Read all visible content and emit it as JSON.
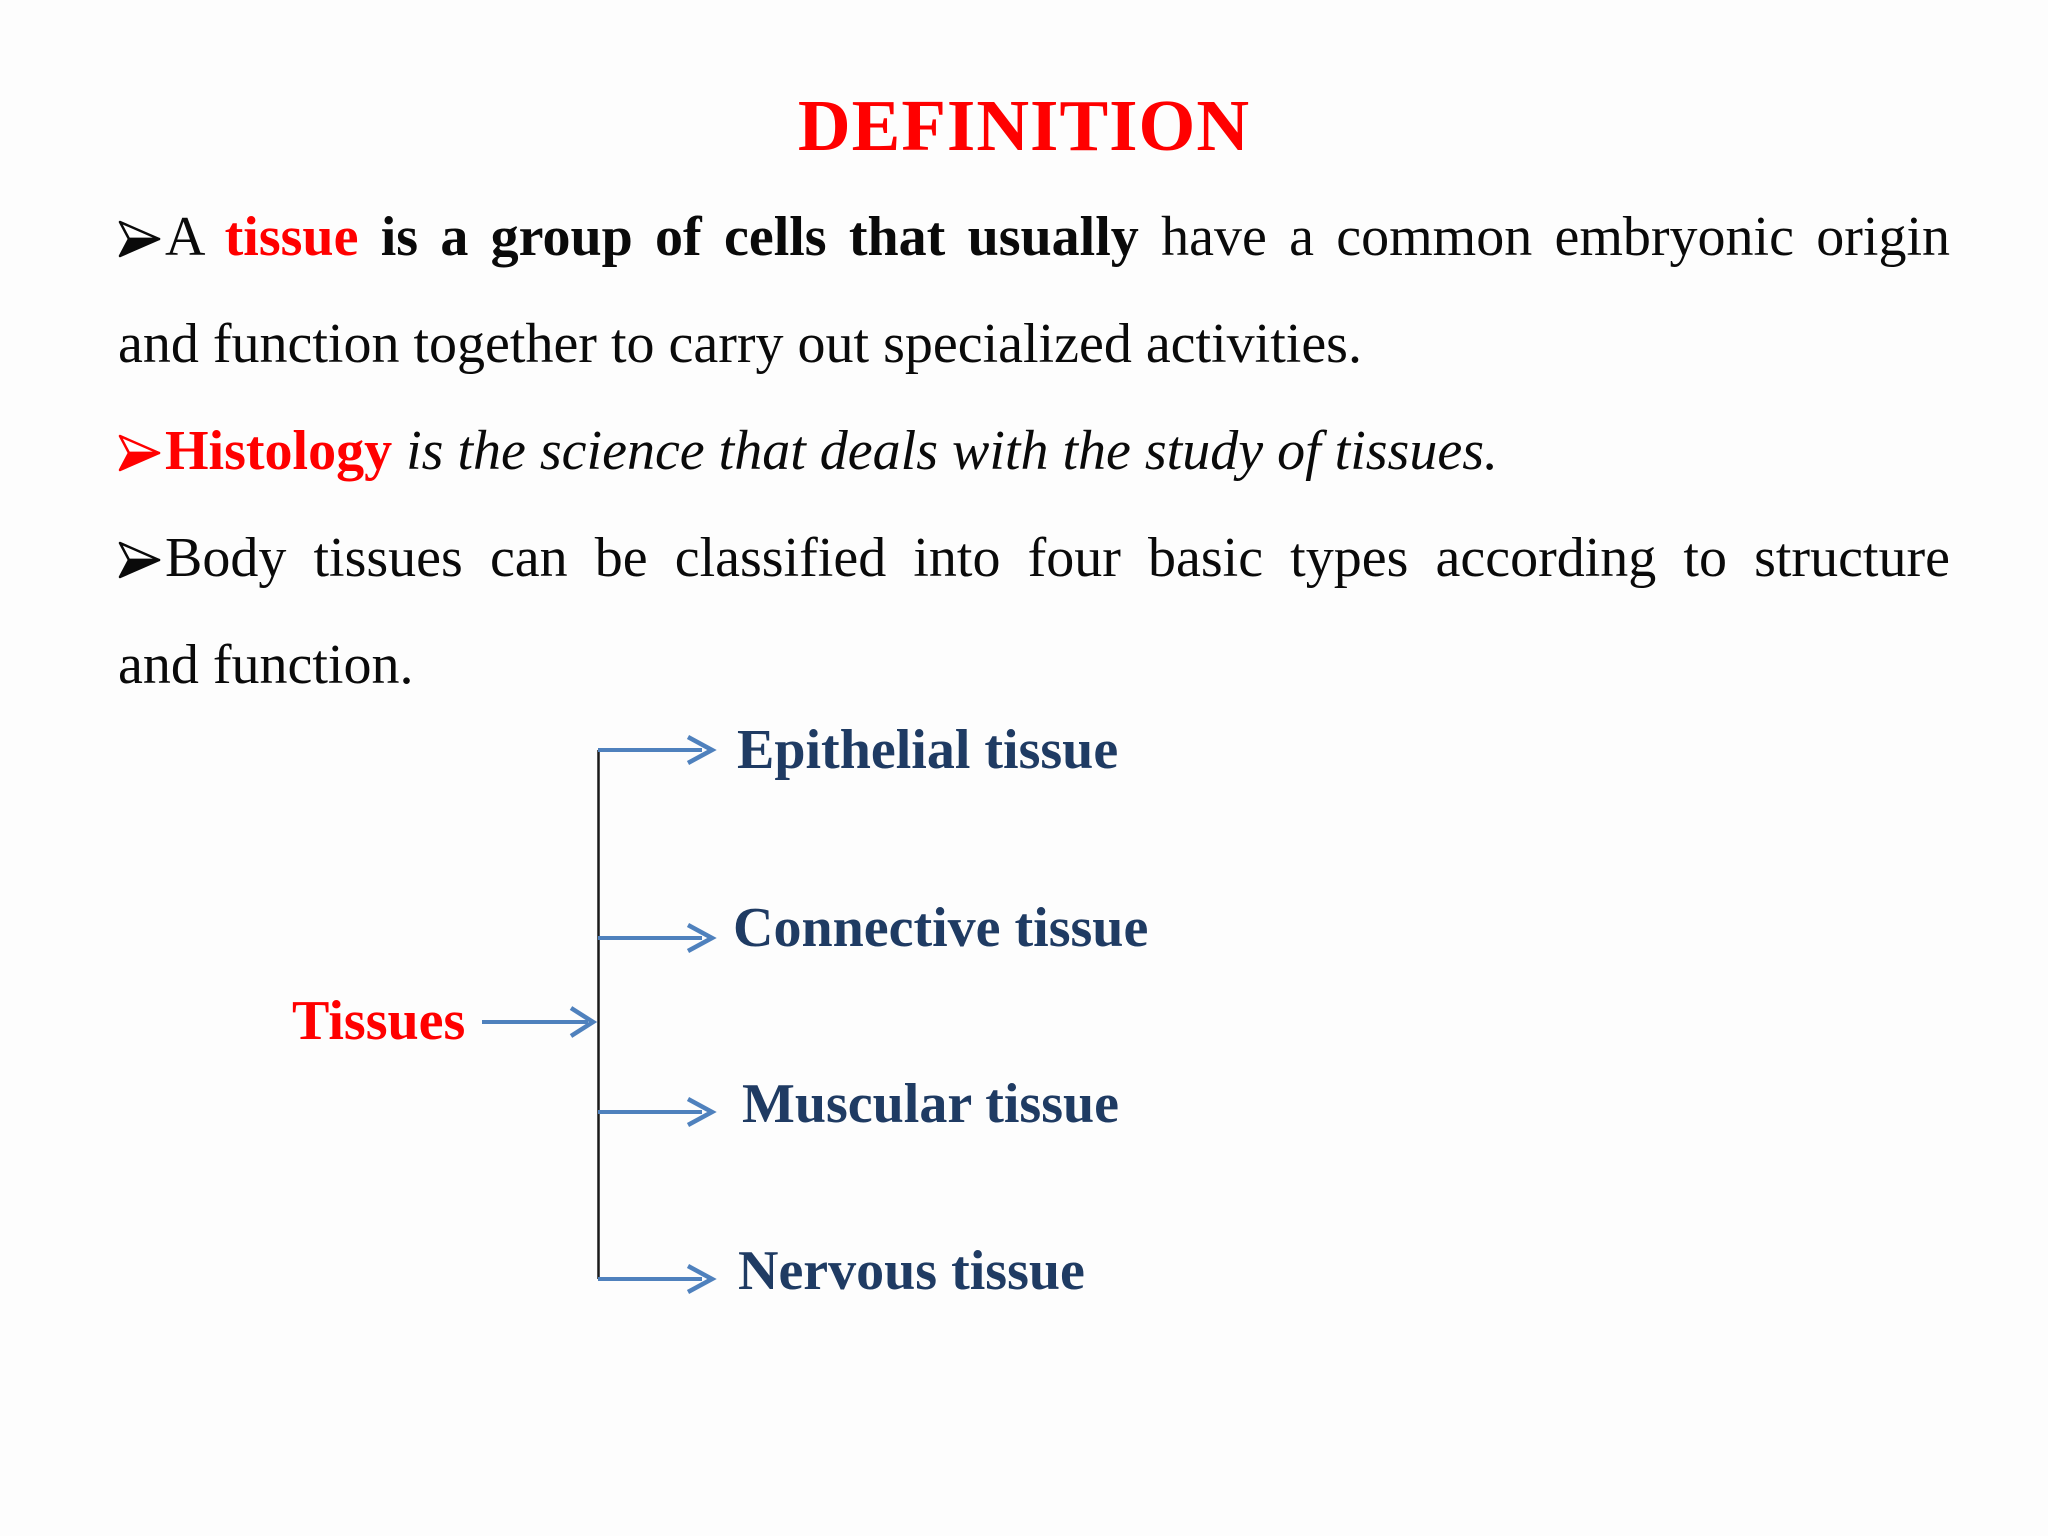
{
  "title": {
    "text": "DEFINITION"
  },
  "body": {
    "p1": {
      "l1_pre": "A ",
      "l1_term": "tissue",
      "l1_bold": " is a group of cells that usually",
      "l1_rest": " have a common embryonic origin",
      "l2": "and function together to carry out specialized activities."
    },
    "p2": {
      "term": "Histology",
      "rest": " is the science that deals with the study of tissues."
    },
    "p3": {
      "l1": "Body tissues can be classified into four basic types according to structure",
      "l2": "and function."
    }
  },
  "diagram": {
    "root_label": "Tissues",
    "branches": [
      {
        "label": "Epithelial tissue"
      },
      {
        "label": "Connective tissue"
      },
      {
        "label": "Muscular tissue"
      },
      {
        "label": "Nervous tissue"
      }
    ]
  },
  "colors": {
    "accent_red": "#FF0000",
    "label_navy": "#1F3B63",
    "arrow_blue": "#4F81BD",
    "trunk_line": "#1A1A1A",
    "background": "#FDFDFD"
  }
}
